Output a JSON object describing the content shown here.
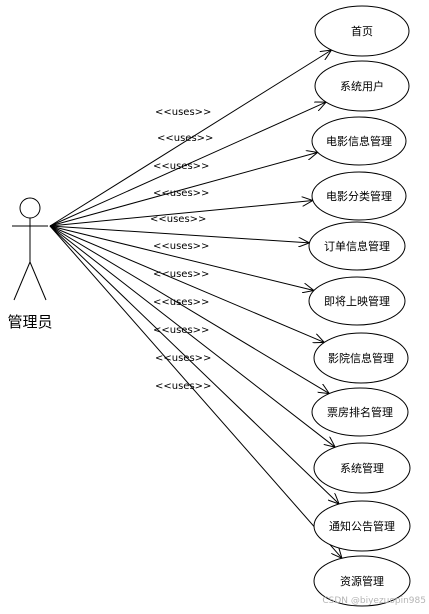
{
  "actor": {
    "label": "管理员"
  },
  "relation_label": "<<uses>>",
  "use_cases": [
    {
      "label": "首页"
    },
    {
      "label": "系统用户"
    },
    {
      "label": "电影信息管理"
    },
    {
      "label": "电影分类管理"
    },
    {
      "label": "订单信息管理"
    },
    {
      "label": "即将上映管理"
    },
    {
      "label": "影院信息管理"
    },
    {
      "label": "票房排名管理"
    },
    {
      "label": "系统管理"
    },
    {
      "label": "通知公告管理"
    },
    {
      "label": "资源管理"
    }
  ],
  "watermark": "CSDN @biyezuopin985",
  "colors": {
    "stroke": "#000000",
    "background": "#ffffff",
    "watermark": "#b5b5b5"
  }
}
